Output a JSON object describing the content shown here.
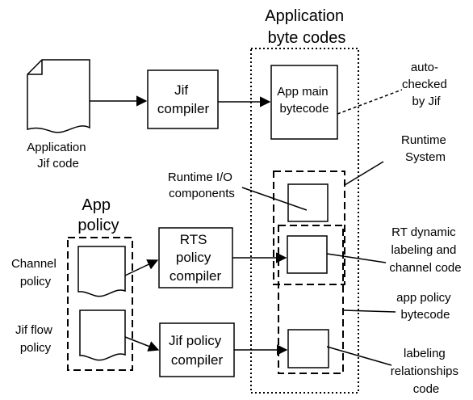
{
  "titles": {
    "app_bytecodes": [
      "Application",
      "byte codes"
    ],
    "app_policy": [
      "App",
      "policy"
    ]
  },
  "boxes": {
    "jif_compiler": [
      "Jif",
      "compiler"
    ],
    "app_main_bytecode": [
      "App main",
      "bytecode"
    ],
    "rts_policy_compiler": [
      "RTS",
      "policy",
      "compiler"
    ],
    "jif_policy_compiler": [
      "Jif policy",
      "compiler"
    ]
  },
  "documents": {
    "application_jif_code": [
      "Application",
      "Jif code"
    ],
    "channel_policy": [
      "Channel",
      "policy"
    ],
    "jif_flow_policy": [
      "Jif flow",
      "policy"
    ]
  },
  "annotations": {
    "auto_checked": [
      "auto-",
      "checked",
      "by Jif"
    ],
    "runtime_system": [
      "Runtime",
      "System"
    ],
    "runtime_io": [
      "Runtime I/O",
      "components"
    ],
    "rt_dynamic": [
      "RT dynamic",
      "labeling and",
      "channel code"
    ],
    "app_policy_bytecode": [
      "app policy",
      "bytecode"
    ],
    "labeling_relationships": [
      "labeling",
      "relationships",
      "code"
    ]
  }
}
